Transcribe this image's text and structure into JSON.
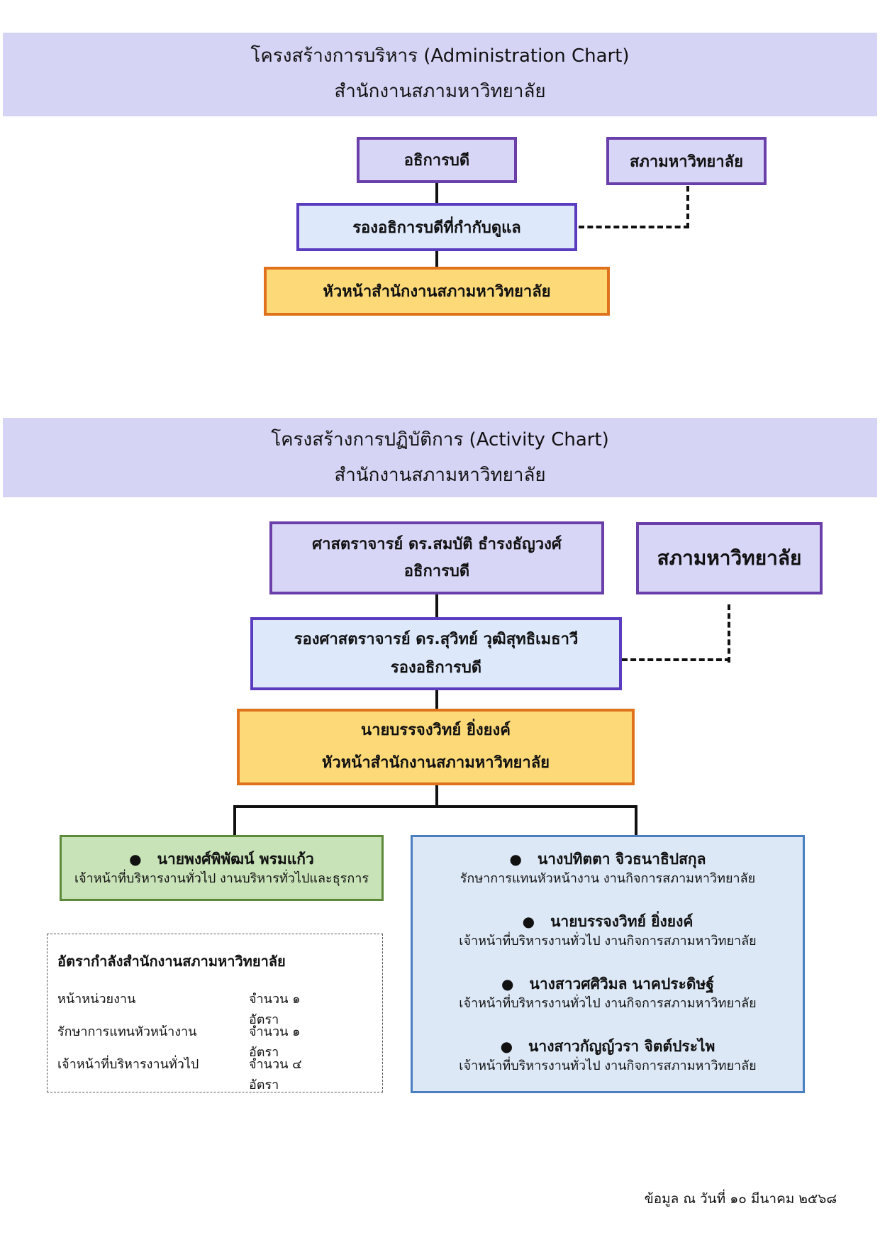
{
  "admin_chart": {
    "title_line1": "โครงสร้างการบริหาร (Administration Chart)",
    "title_line2": "สำนักงานสภามหาวิทยาลัย",
    "president": "อธิการบดี",
    "council": "สภามหาวิทยาลัย",
    "vice_president": "รองอธิการบดีที่กำกับดูแล",
    "office_head": "หัวหน้าสำนักงานสภามหาวิทยาลัย"
  },
  "activity_chart": {
    "title_line1": "โครงสร้างการปฏิบัติการ (Activity Chart)",
    "title_line2": "สำนักงานสภามหาวิทยาลัย",
    "president": {
      "name": "ศาสตราจารย์ ดร.สมบัติ  ธำรงธัญวงศ์",
      "position": "อธิการบดี"
    },
    "council": "สภามหาวิทยาลัย",
    "vice_president": {
      "name": "รองศาสตราจารย์ ดร.สุวิทย์ วุฒิสุทธิเมธาวี",
      "position": "รองอธิการบดี"
    },
    "office_head": {
      "name": "นายบรรจงวิทย์  ยิ่งยงค์",
      "position": "หัวหน้าสำนักงานสภามหาวิทยาลัย"
    },
    "admin_unit": [
      {
        "name": "นายพงศ์พิพัฒน์  พรมแก้ว",
        "position": "เจ้าหน้าที่บริหารงานทั่วไป งานบริหารทั่วไปและธุรการ"
      }
    ],
    "council_affairs_unit": [
      {
        "name": "นางปทิตตา จิวธนาธิปสกุล",
        "position": "รักษาการแทนหัวหน้างาน งานกิจการสภามหาวิทยาลัย"
      },
      {
        "name": "นายบรรจงวิทย์  ยิ่งยงค์",
        "position": "เจ้าหน้าที่บริหารงานทั่วไป งานกิจการสภามหาวิทยาลัย"
      },
      {
        "name": "นางสาวศศิวิมล  นาคประดิษฐ์",
        "position": "เจ้าหน้าที่บริหารงานทั่วไป งานกิจการสภามหาวิทยาลัย"
      },
      {
        "name": "นางสาวกัญญ์วรา จิตต์ประไพ",
        "position": "เจ้าหน้าที่บริหารงานทั่วไป งานกิจการสภามหาวิทยาลัย"
      }
    ],
    "bullet": "●"
  },
  "staffing": {
    "title": "อัตรากำลังสำนักงานสภามหาวิทยาลัย",
    "rows": [
      {
        "label": "หน้าหน่วยงาน",
        "count": "จำนวน ๑  อัตรา"
      },
      {
        "label": "รักษาการแทนหัวหน้างาน",
        "count": "จำนวน ๑  อัตรา"
      },
      {
        "label": "เจ้าหน้าที่บริหารงานทั่วไป",
        "count": "จำนวน ๔  อัตรา"
      }
    ]
  },
  "footer": "ข้อมูล ณ วันที่ ๑๐ มีนาคม ๒๕๖๘"
}
